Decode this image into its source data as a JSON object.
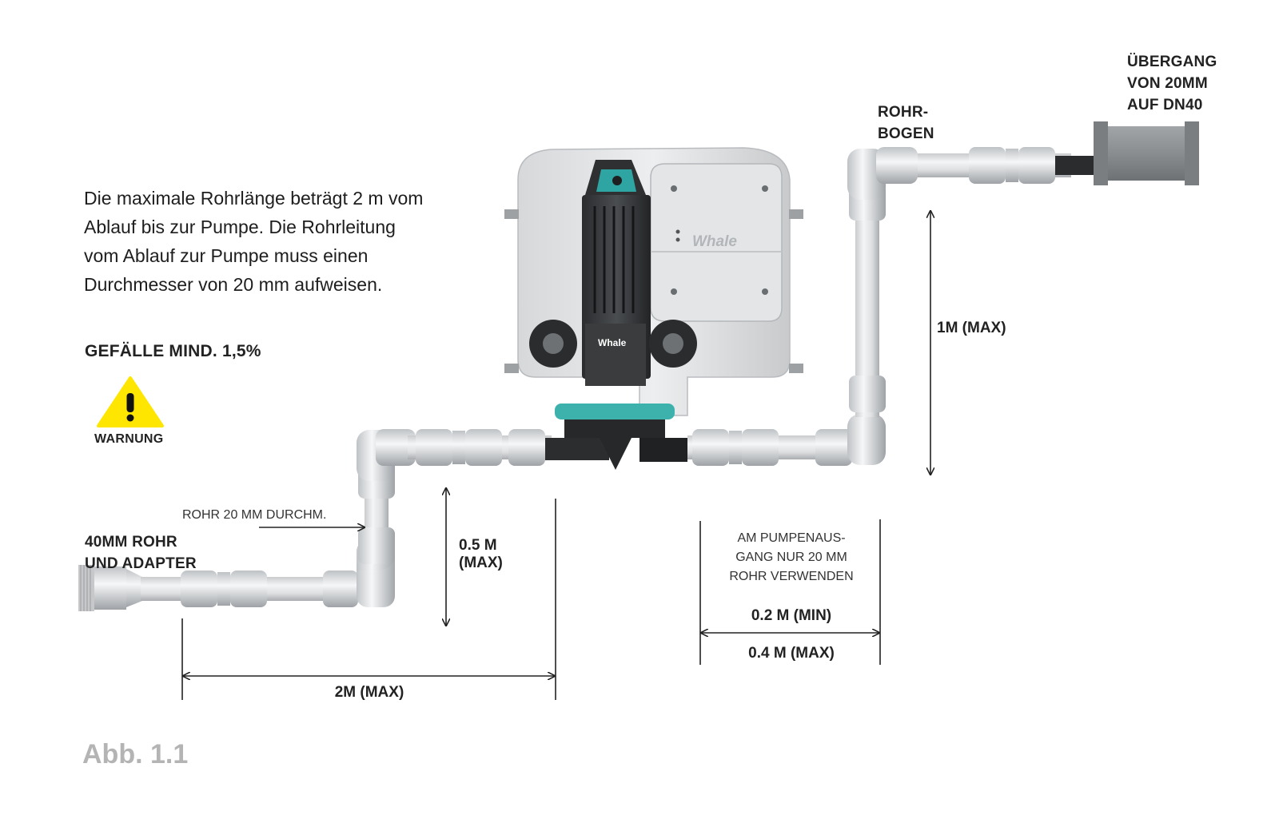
{
  "intro_text": [
    "Die maximale Rohrlänge beträgt 2 m vom",
    "Ablauf bis zur Pumpe. Die Rohrleitung",
    "vom Ablauf zur Pumpe muss einen",
    "Durchmesser von 20 mm aufweisen."
  ],
  "gefaelle": "GEFÄLLE MIND. 1,5%",
  "warning": {
    "icon": "warning-triangle-icon",
    "label": "WARNUNG",
    "color": "#ffe600"
  },
  "labels": {
    "rohrbogen": [
      "ROHR-",
      "BOGEN"
    ],
    "uebergang": [
      "ÜBERGANG",
      "VON 20MM",
      "AUF DN40"
    ],
    "rohr_durchm": "ROHR 20 MM DURCHM.",
    "rohr_adapter": [
      "40MM ROHR",
      "UND ADAPTER"
    ],
    "pumpenausgang": [
      "AM PUMPENAUS-",
      "GANG NUR 20 MM",
      "ROHR VERWENDEN"
    ]
  },
  "dimensions": {
    "vertical_right": "1M (MAX)",
    "vertical_left": [
      "0.5 M",
      "(MAX)"
    ],
    "outlet_min": "0.2 M (MIN)",
    "outlet_max": "0.4 M (MAX)",
    "horizontal": "2M (MAX)"
  },
  "pump": {
    "brand": "Whale",
    "brand_small": "Whale"
  },
  "figure_label": "Abb. 1.1"
}
